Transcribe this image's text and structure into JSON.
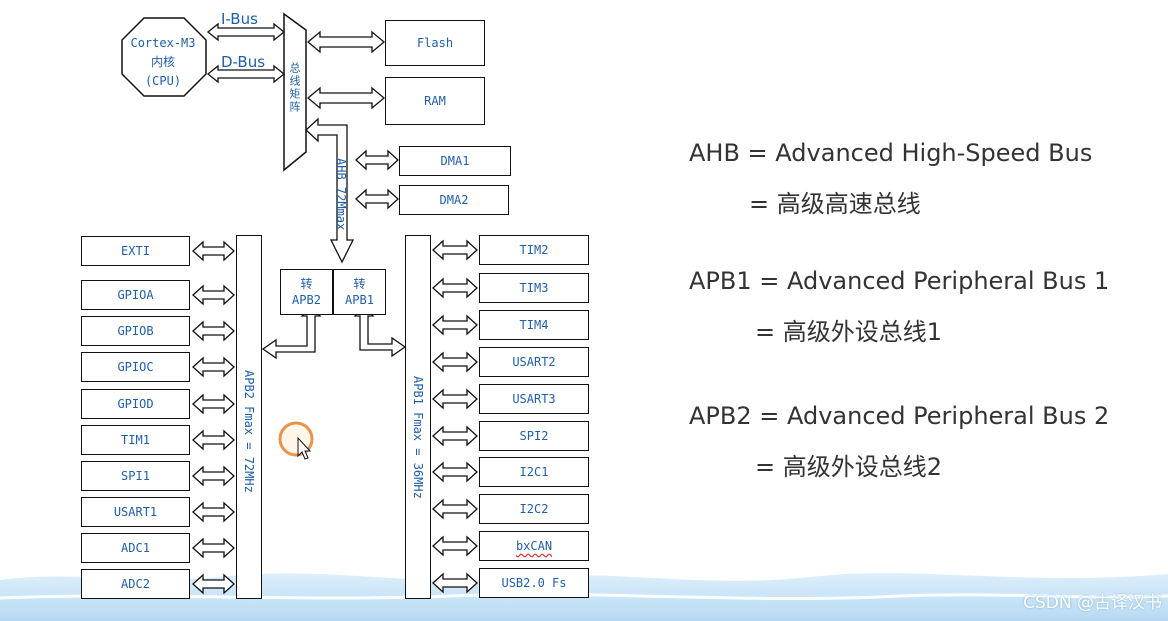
{
  "cpu": {
    "line1": "Cortex-M3",
    "line2": "内核",
    "line3": "(CPU)"
  },
  "buses": {
    "ibus": "I-Bus",
    "dbus": "D-Bus",
    "matrix": "总线矩阵",
    "ahb": "AHB 72Mmax"
  },
  "memories": {
    "flash": "Flash",
    "ram": "RAM"
  },
  "dma": [
    "DMA1",
    "DMA2"
  ],
  "bridges": {
    "apb2": {
      "top": "转",
      "bottom": "APB2"
    },
    "apb1": {
      "top": "转",
      "bottom": "APB1"
    }
  },
  "apb2_bus": {
    "label": "APB2 Fmax = 72MHz"
  },
  "apb1_bus": {
    "label": "APB1 Fmax = 36MHz"
  },
  "apb2_peripherals": [
    "EXTI",
    "GPIOA",
    "GPIOB",
    "GPIOC",
    "GPIOD",
    "TIM1",
    "SPI1",
    "USART1",
    "ADC1",
    "ADC2"
  ],
  "apb1_peripherals": [
    "TIM2",
    "TIM3",
    "TIM4",
    "USART2",
    "USART3",
    "SPI2",
    "I2C1",
    "I2C2",
    "bxCAN",
    "USB2.0 Fs"
  ],
  "legend": {
    "ahb": "AHB = Advanced High-Speed Bus",
    "ahb_cn": "= 高级高速总线",
    "apb1": "APB1 = Advanced Peripheral Bus 1",
    "apb1_cn": "= 高级外设总线1",
    "apb2": "APB2 = Advanced Peripheral Bus 2",
    "apb2_cn": "= 高级外设总线2"
  },
  "watermark": "CSDN @古译汉书",
  "colors": {
    "text_blue": "#1f5fa8",
    "line": "#111111",
    "cursor_ring": "#e8883a",
    "wave": "#bcdcf2"
  }
}
